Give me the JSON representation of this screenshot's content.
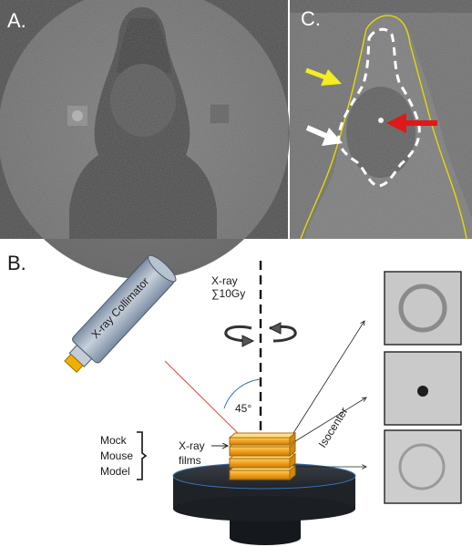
{
  "panels": {
    "a": {
      "letter": "A."
    },
    "b": {
      "letter": "B."
    },
    "c": {
      "letter": "C."
    }
  },
  "diagram": {
    "collimator_label": "X-ray Collimator",
    "xray_line1": "X-ray",
    "xray_line2": "∑10Gy",
    "angle_label": "45°",
    "isocenter_label": "Isocenter",
    "films_line1": "X-ray",
    "films_line2": "films",
    "model_line1": "Mock",
    "model_line2": "Mouse",
    "model_line3": "Model"
  },
  "colors": {
    "film_orange": "#f0a020",
    "collimator_tip": "#f0b000",
    "collimator_body": "#9aa8b8",
    "outline_yellow": "#e6d800",
    "arrow_yellow": "#f2ee20",
    "arrow_red": "#e01818",
    "arrow_white": "#ffffff"
  }
}
